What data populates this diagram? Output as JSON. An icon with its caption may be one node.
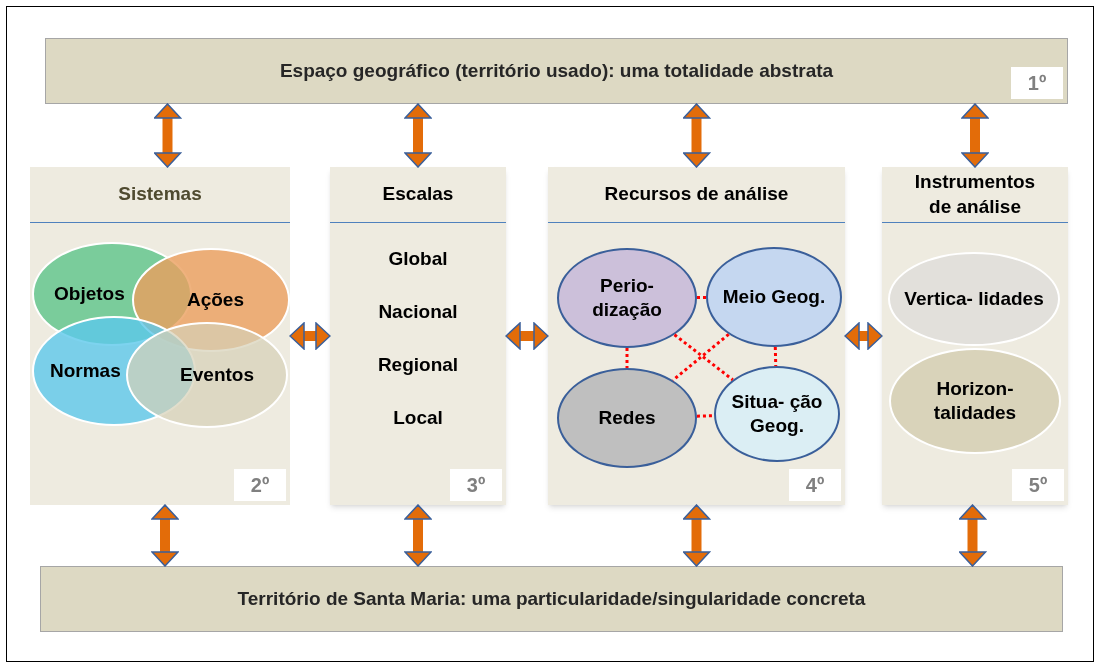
{
  "diagram": {
    "nodes": [
      {
        "text": [
          "Espaço geográfico (território usado): uma totalidade abstrata",
          "1º"
        ]
      },
      {
        "text": [
          "Sistemas",
          "2º"
        ]
      },
      {
        "text": [
          "Objetos"
        ],
        "in": 1
      },
      {
        "text": [
          "Ações"
        ],
        "in": 1
      },
      {
        "text": [
          "Normas"
        ],
        "in": 1
      },
      {
        "text": [
          "Eventos"
        ],
        "in": 1
      },
      {
        "text": [
          "Escalas",
          "Global",
          "Nacional",
          "Regional",
          "Local",
          "3º"
        ]
      },
      {
        "text": [
          "Recursos de análise",
          "4º"
        ]
      },
      {
        "text": [
          "Perio- dização"
        ],
        "in": 7
      },
      {
        "text": [
          "Meio Geog."
        ],
        "in": 7
      },
      {
        "text": [
          "Redes"
        ],
        "in": 7
      },
      {
        "text": [
          "Situa- ção Geog."
        ],
        "in": 7
      },
      {
        "text": [
          "Instrumentos de análise",
          "5º"
        ]
      },
      {
        "text": [
          "Vertica- lidades"
        ],
        "in": 12
      },
      {
        "text": [
          "Horizon- talidades"
        ],
        "in": 12
      },
      {
        "text": [
          "Território de Santa Maria: uma particularidade/singularidade concreta"
        ]
      }
    ],
    "edges": [
      {
        "from": 0,
        "to": 1,
        "arrow": "both"
      },
      {
        "from": 0,
        "to": 6,
        "arrow": "both"
      },
      {
        "from": 0,
        "to": 7,
        "arrow": "both"
      },
      {
        "from": 0,
        "to": 12,
        "arrow": "both"
      },
      {
        "from": 1,
        "to": 6,
        "arrow": "both"
      },
      {
        "from": 6,
        "to": 7,
        "arrow": "both"
      },
      {
        "from": 7,
        "to": 12,
        "arrow": "both"
      },
      {
        "from": 8,
        "to": 9,
        "arrow": "none",
        "style": "dashed",
        "color": "#ff0000"
      },
      {
        "from": 8,
        "to": 10,
        "arrow": "none",
        "style": "dashed",
        "color": "#ff0000"
      },
      {
        "from": 8,
        "to": 11,
        "arrow": "none",
        "style": "dashed",
        "color": "#ff0000"
      },
      {
        "from": 9,
        "to": 10,
        "arrow": "none",
        "style": "dashed",
        "color": "#ff0000"
      },
      {
        "from": 9,
        "to": 11,
        "arrow": "none",
        "style": "dashed",
        "color": "#ff0000"
      },
      {
        "from": 10,
        "to": 11,
        "arrow": "none",
        "style": "dashed",
        "color": "#ff0000"
      },
      {
        "from": 1,
        "to": 15,
        "arrow": "both"
      },
      {
        "from": 6,
        "to": 15,
        "arrow": "both"
      },
      {
        "from": 7,
        "to": 15,
        "arrow": "both"
      },
      {
        "from": 12,
        "to": 15,
        "arrow": "both"
      }
    ]
  }
}
